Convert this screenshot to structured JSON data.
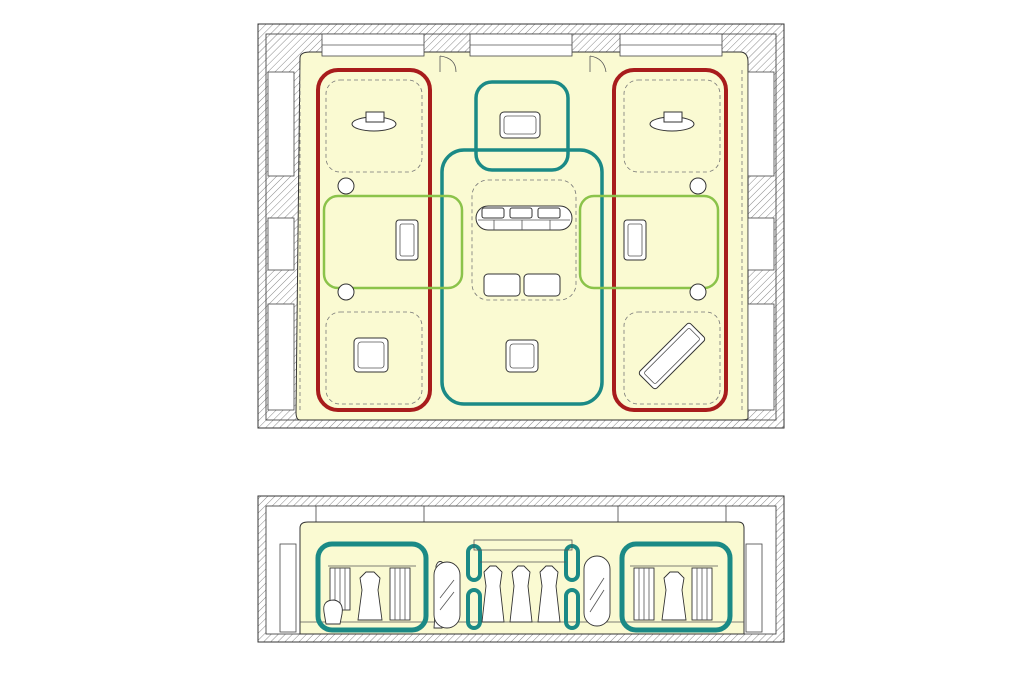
{
  "colors": {
    "background": "#ffffff",
    "floor": "#fafad2",
    "wall_hatch": "#8a8a8a",
    "zone_red": "#a81c1c",
    "zone_teal": "#1b8a86",
    "zone_green": "#8bc34a",
    "line": "#333333"
  },
  "plan": {
    "view": "floor-plan",
    "zones": [
      {
        "id": "left-top-room",
        "color": "red"
      },
      {
        "id": "right-top-room",
        "color": "red"
      },
      {
        "id": "center-top-pod",
        "color": "teal"
      },
      {
        "id": "center-main-area",
        "color": "teal"
      },
      {
        "id": "left-mid-band",
        "color": "green"
      },
      {
        "id": "right-mid-band",
        "color": "green"
      }
    ]
  },
  "elevation": {
    "view": "elevation",
    "alcoves": [
      {
        "id": "left-alcove",
        "color": "teal"
      },
      {
        "id": "center-alcove",
        "color": "teal"
      },
      {
        "id": "right-alcove",
        "color": "teal"
      }
    ]
  }
}
